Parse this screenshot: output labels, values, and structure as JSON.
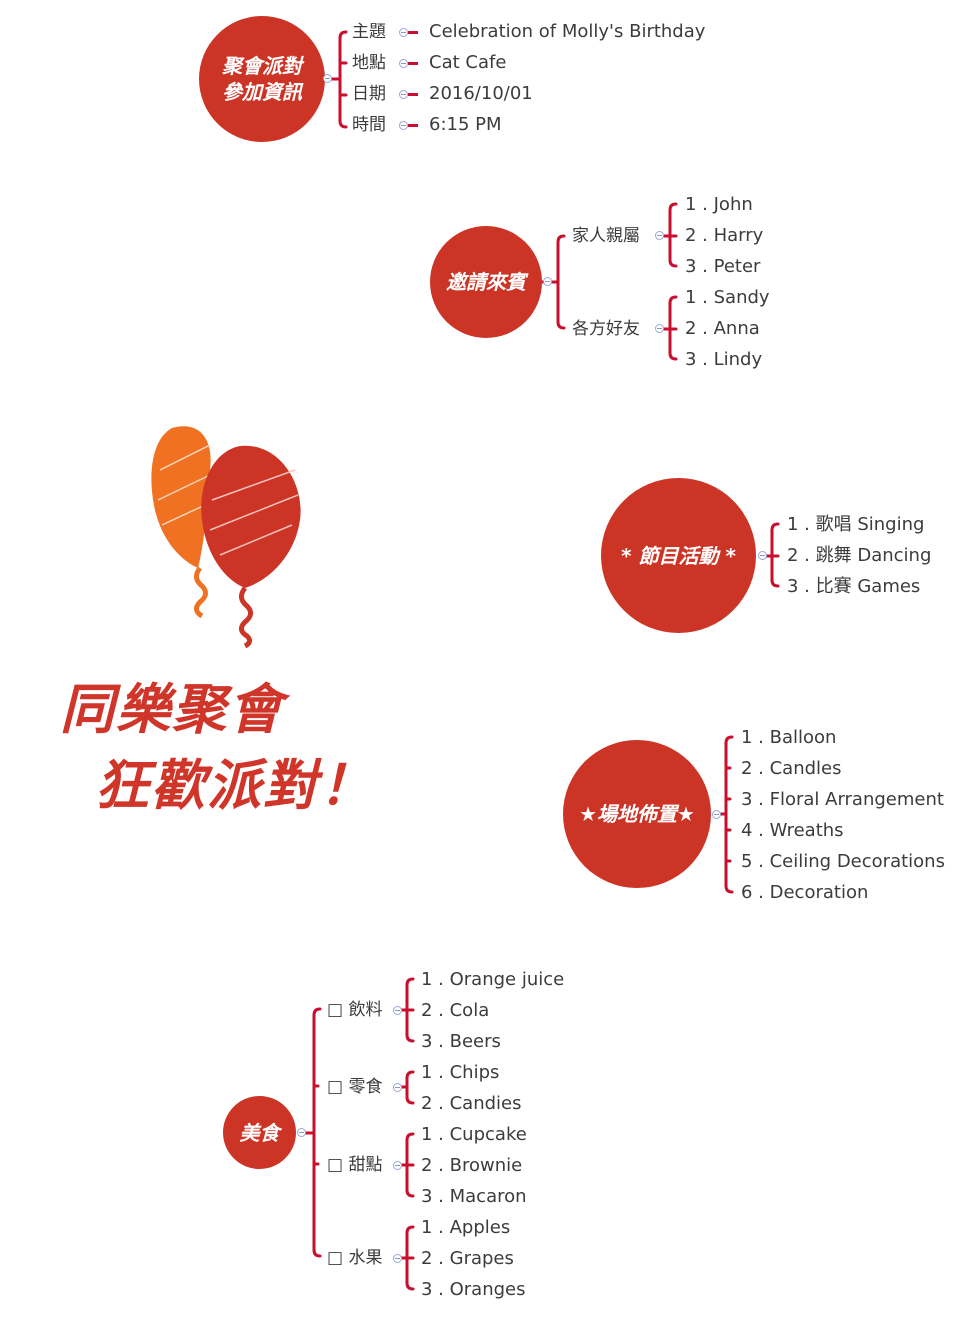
{
  "colors": {
    "node": "#cc3425",
    "connector": "#c8102e",
    "title": "#d0352a",
    "balloon_orange": "#f07122",
    "balloon_red": "#cc3425"
  },
  "title": {
    "line1": "同樂聚會",
    "line2": "狂歡派對！"
  },
  "party_info": {
    "node": {
      "line1": "聚會派對",
      "line2": "參加資訊"
    },
    "rows": [
      {
        "label": "主題",
        "value": "Celebration of Molly's Birthday"
      },
      {
        "label": "地點",
        "value": "Cat Cafe"
      },
      {
        "label": "日期",
        "value": "2016/10/01"
      },
      {
        "label": "時間",
        "value": "6:15 PM"
      }
    ]
  },
  "guests": {
    "node": "邀請來賓",
    "groups": [
      {
        "label": "家人親屬",
        "items": [
          "1 . John",
          "2 . Harry",
          "3 . Peter"
        ]
      },
      {
        "label": "各方好友",
        "items": [
          "1 . Sandy",
          "2 . Anna",
          "3 . Lindy"
        ]
      }
    ]
  },
  "activities": {
    "node": "* 節目活動 *",
    "items": [
      "1 . 歌唱 Singing",
      "2 . 跳舞 Dancing",
      "3 . 比賽 Games"
    ]
  },
  "venue": {
    "node": "★場地佈置★",
    "items": [
      "1 . Balloon",
      "2 . Candles",
      "3 . Floral Arrangement",
      "4 . Wreaths",
      "5 . Ceiling Decorations",
      "6 . Decoration"
    ]
  },
  "food": {
    "node": "美食",
    "groups": [
      {
        "label": "□ 飲料",
        "items": [
          "1 . Orange juice",
          "2 . Cola",
          "3 . Beers"
        ]
      },
      {
        "label": "□ 零食",
        "items": [
          "1 . Chips",
          "2 . Candies"
        ]
      },
      {
        "label": "□ 甜點",
        "items": [
          "1 . Cupcake",
          "2 . Brownie",
          "3 . Macaron"
        ]
      },
      {
        "label": "□ 水果",
        "items": [
          "1 . Apples",
          "2 . Grapes",
          "3 . Oranges"
        ]
      }
    ]
  }
}
